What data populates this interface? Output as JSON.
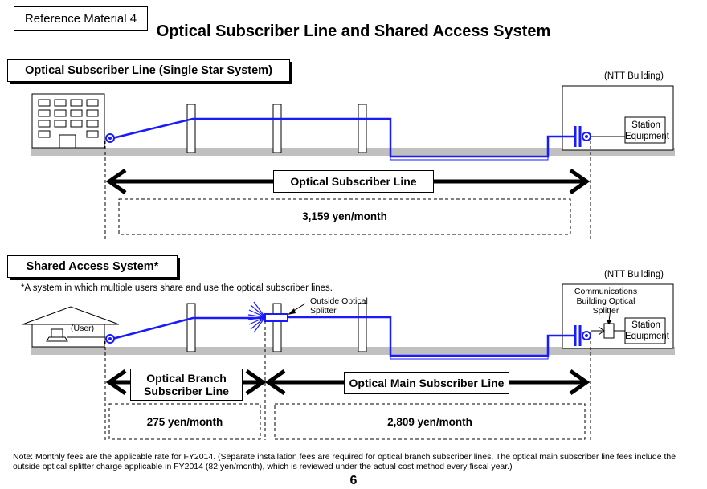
{
  "header": {
    "reference_label": "Reference Material 4",
    "title": "Optical Subscriber Line and Shared Access System"
  },
  "single_star": {
    "section_title": "Optical Subscriber Line (Single Star System)",
    "building_label": "(NTT Building)",
    "station_equipment": "Station Equipment",
    "line_label": "Optical Subscriber Line",
    "fee": "3,159 yen/month"
  },
  "shared_access": {
    "section_title": "Shared Access System*",
    "footnote": "*A system in which multiple users share and use the optical subscriber lines.",
    "building_label": "(NTT Building)",
    "comm_splitter_label": "Communications Building Optical Splitter",
    "station_equipment": "Station Equipment",
    "user_label": "(User)",
    "outside_splitter_label": "Outside Optical Splitter",
    "branch_line_label": "Optical Branch Subscriber Line",
    "main_line_label": "Optical Main Subscriber Line",
    "branch_fee": "275 yen/month",
    "main_fee": "2,809 yen/month"
  },
  "note": "Note: Monthly fees are the applicable rate for FY2014. (Separate installation fees are required for optical branch subscriber lines. The optical main subscriber line fees include the outside optical splitter charge applicable in FY2014 (82 yen/month), which is reviewed under the actual cost method every fiscal year.)",
  "page_number": "6",
  "colors": {
    "fiber": "#1a1aff",
    "ground": "#c0c0c0"
  }
}
